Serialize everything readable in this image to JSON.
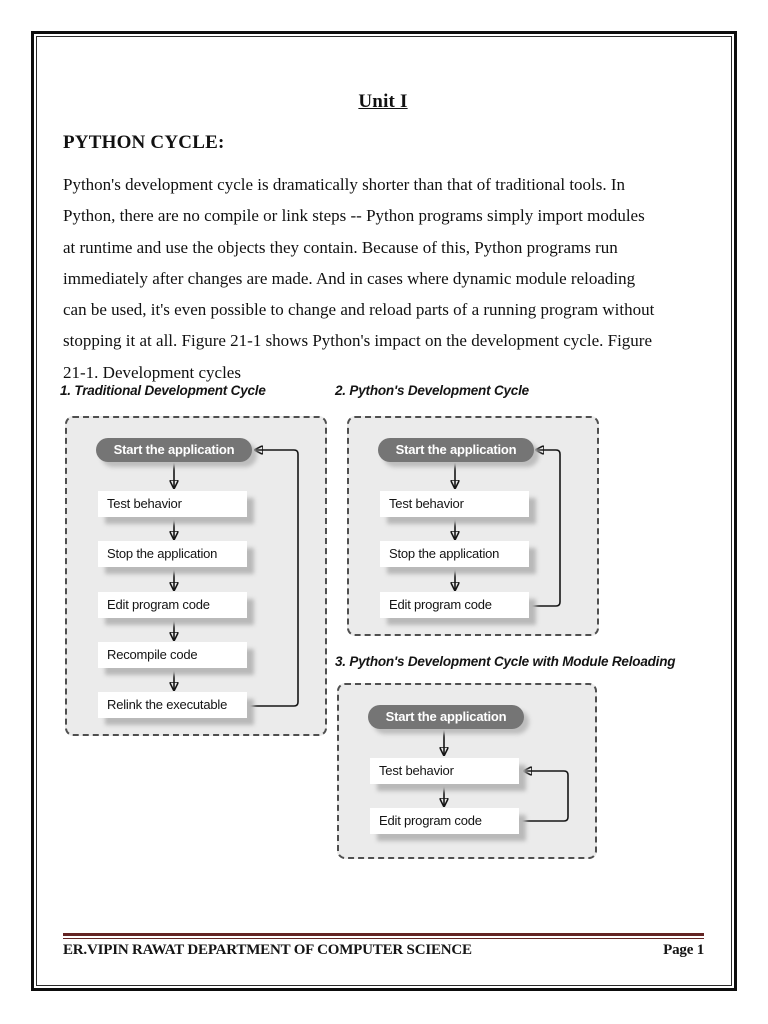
{
  "page": {
    "title": "Unit I",
    "heading": "PYTHON CYCLE:",
    "paragraph_lines": [
      "Python's development cycle is dramatically shorter than that of traditional tools. In",
      "Python, there are no compile or link steps -- Python programs simply import modules",
      "at runtime and use the objects they contain. Because of this, Python programs run",
      "immediately after changes are made. And in cases where dynamic module reloading",
      "can be used, it's even possible to change and reload parts of a running program without",
      "stopping it at all. Figure 21-1 shows Python's impact on the development cycle. Figure",
      "21-1. Development cycles"
    ]
  },
  "figure": {
    "diagrams": [
      {
        "caption": "1. Traditional Development Cycle",
        "start": "Start the application",
        "steps": [
          "Test behavior",
          "Stop the application",
          "Edit program code",
          "Recompile code",
          "Relink the executable"
        ]
      },
      {
        "caption": "2. Python's Development Cycle",
        "start": "Start the application",
        "steps": [
          "Test behavior",
          "Stop the application",
          "Edit program code"
        ]
      },
      {
        "caption": "3. Python's Development Cycle with Module Reloading",
        "start": "Start the application",
        "steps": [
          "Test behavior",
          "Edit program code"
        ]
      }
    ]
  },
  "footer": {
    "left": "ER.VIPIN RAWAT DEPARTMENT OF COMPUTER SCIENCE",
    "right": "Page 1"
  },
  "colors": {
    "footer_rule": "#632423",
    "pill_background": "#757575",
    "panel_background": "#ebebeb",
    "page_background": "#ffffff"
  }
}
